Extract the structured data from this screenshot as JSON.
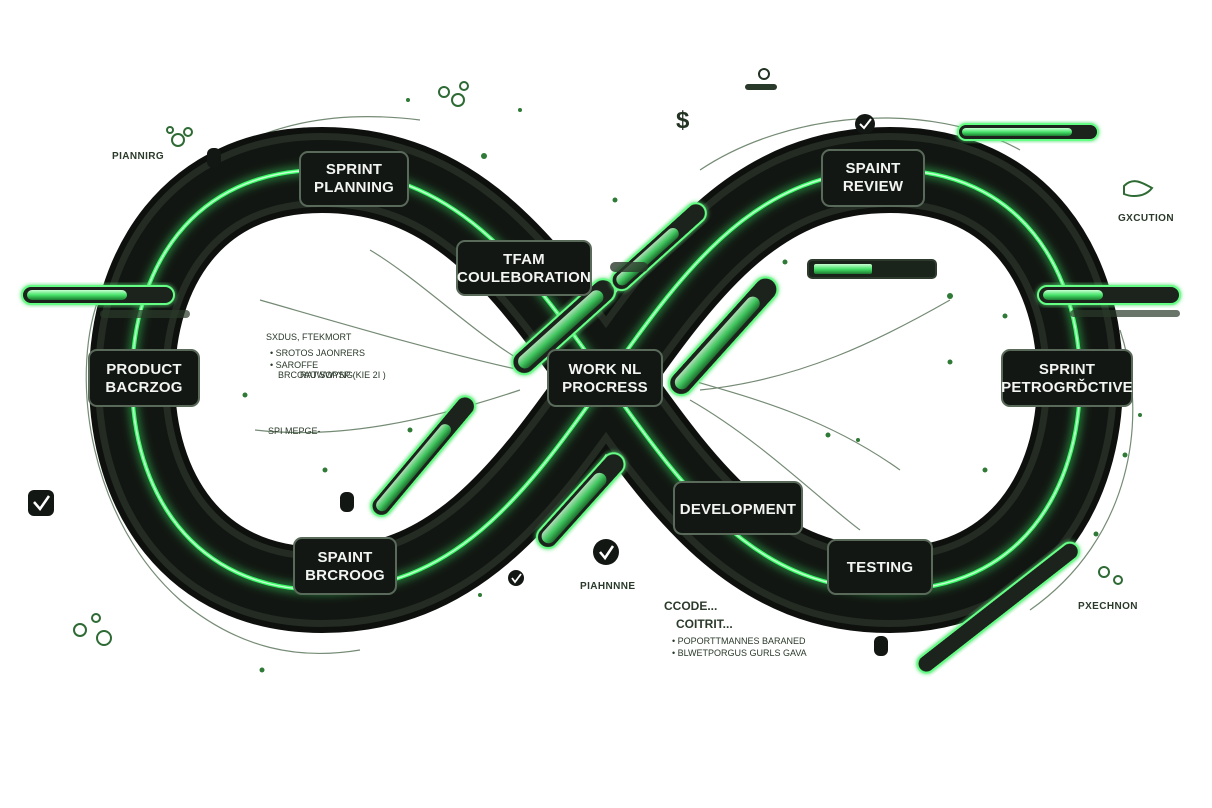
{
  "colors": {
    "loop_dark": "#141914",
    "loop_edge": "#2a332a",
    "neon": "#3cff6a",
    "neon_soft": "#7dff95",
    "node_fill": "#131713",
    "node_border": "#5a6a5a",
    "ink": "#2b3a2b",
    "accent_green": "#2f8f3a"
  },
  "nodes": [
    {
      "id": "sprint-planning",
      "lines": [
        "SPRINT",
        "PLANNING"
      ]
    },
    {
      "id": "team-collaboration",
      "lines": [
        "TFAM",
        "COULEBORATION"
      ]
    },
    {
      "id": "product-backlog",
      "lines": [
        "PRODUCT",
        "BACRZOG"
      ]
    },
    {
      "id": "work-in-process",
      "lines": [
        "WORK NL",
        "PROCRESS"
      ]
    },
    {
      "id": "sprint-backlog",
      "lines": [
        "SPAINT",
        "BRCROOG"
      ]
    },
    {
      "id": "sprint-review",
      "lines": [
        "SPAINT",
        "REVIEW"
      ]
    },
    {
      "id": "sprint-retrospective",
      "lines": [
        "SPRINT",
        "PETROGRĎCTIVE"
      ]
    },
    {
      "id": "development",
      "lines": [
        "DEVELOPMENT"
      ]
    },
    {
      "id": "testing",
      "lines": [
        "TESTING"
      ]
    }
  ],
  "side_labels": {
    "top_left": "PIANNIRG",
    "top_right": "GXCUTION",
    "bottom_center": "PIAHNNNE",
    "bottom_right": "PXECHNON"
  },
  "notes": {
    "left_block": [
      "SXDUS, FTEKMORT",
      "• SROTOS JAONRERS",
      "• SAROFFE",
      "BRCOAUWWYNG"
    ],
    "left_block_tail": "RAT’SOPSP (KIE 2I )",
    "left_mid": "SPI MEPGE-",
    "bottom_block_title": "CCODE...",
    "bottom_block_sub": "COITRIT...",
    "bottom_block_lines": [
      "• POPORTTMANNES BARANED",
      "• BLWETPORGUS GURLS GAVA"
    ]
  },
  "icons": [
    {
      "name": "check-icon-left"
    },
    {
      "name": "check-icon-top"
    },
    {
      "name": "check-icon-bottom"
    },
    {
      "name": "check-icon-bottom-left"
    },
    {
      "name": "gear-icon-top-left"
    },
    {
      "name": "gear-icon-top-center"
    },
    {
      "name": "gear-icon-bottom-left"
    },
    {
      "name": "gear-icon-bottom-right"
    },
    {
      "name": "dollar-icon"
    },
    {
      "name": "hand-icon"
    }
  ]
}
